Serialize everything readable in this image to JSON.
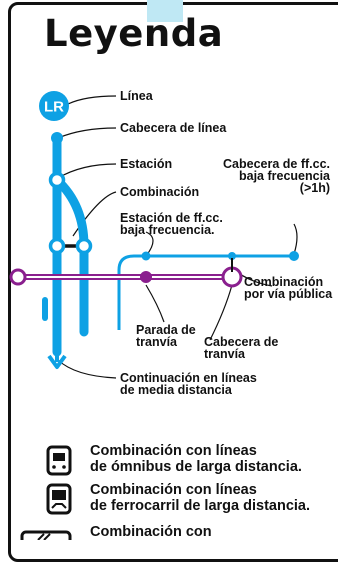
{
  "title": "Leyenda",
  "line_badge": "LR",
  "labels": {
    "linea": "Línea",
    "cabecera_linea": "Cabecera de línea",
    "estacion": "Estación",
    "combinacion": "Combinación",
    "cabecera_ffcc_1": "Cabecera de ff.cc.",
    "cabecera_ffcc_2": "baja frecuencia",
    "cabecera_ffcc_3": "(>1h)",
    "estacion_ffcc_1": "Estación de ff.cc.",
    "estacion_ffcc_2": "baja frecuencia.",
    "comb_via_1": "Combinación",
    "comb_via_2": "por vía pública",
    "parada_1": "Parada de",
    "parada_2": "tranvía",
    "cab_tranvia_1": "Cabecera de",
    "cab_tranvia_2": "tranvía",
    "continuacion_1": "Continuación en líneas",
    "continuacion_2": "de media distancia"
  },
  "legend": [
    {
      "icon": "bus-icon",
      "line1": "Combinación con líneas",
      "line2": "de ómnibus de larga distancia."
    },
    {
      "icon": "train-icon",
      "line1": "Combinación con líneas",
      "line2": "de ferrocarril de larga distancia."
    },
    {
      "icon": "plane-icon",
      "line1": "Combinación con",
      "line2": ""
    }
  ],
  "colors": {
    "line": "#0ea1e4",
    "tram": "#8a1f8e",
    "text": "#111111",
    "tab": "#bfe8f4"
  }
}
